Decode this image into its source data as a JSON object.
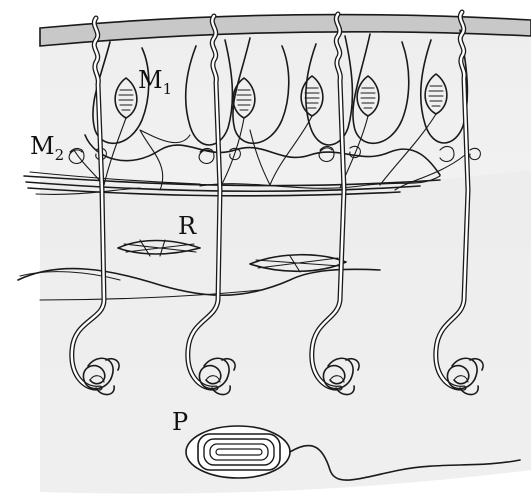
{
  "labels": {
    "m1": {
      "main": "M",
      "sub": "1"
    },
    "m2": {
      "main": "M",
      "sub": "2"
    },
    "r": "R",
    "p": "P"
  },
  "colors": {
    "tissue_light": "#f2f2f2",
    "tissue_mid": "#e6e6e6",
    "surface_band": "#c8c8c8",
    "ink": "#1a1a1a"
  }
}
